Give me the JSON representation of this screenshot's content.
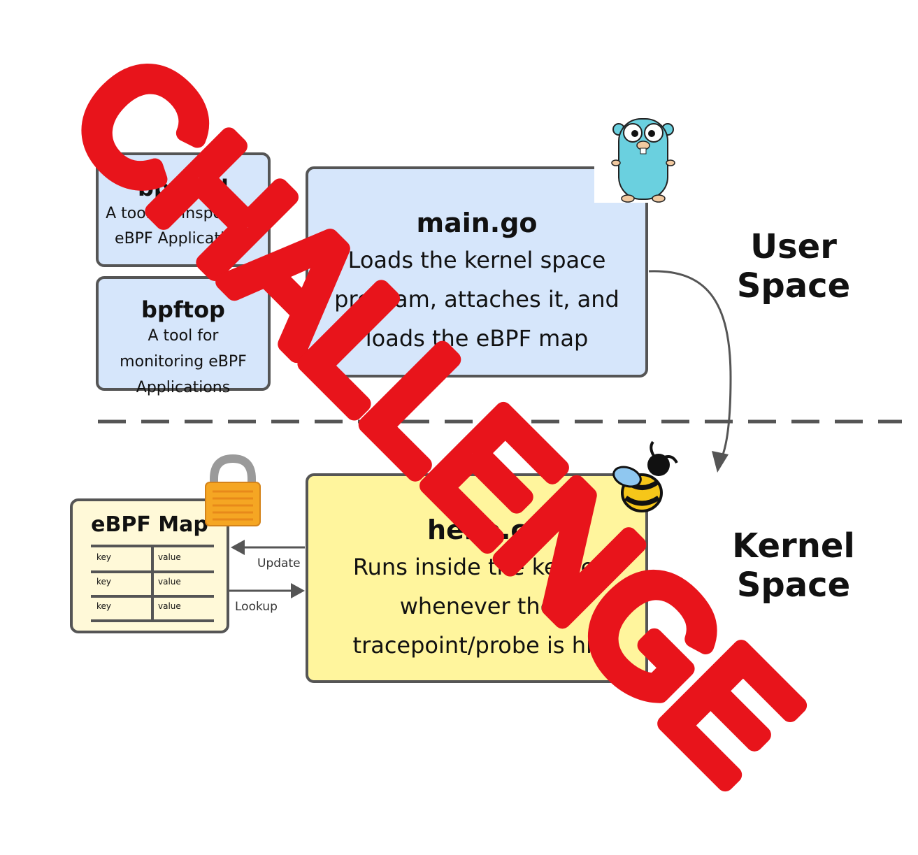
{
  "bpftool": {
    "title": "bpftool",
    "desc": "A tool for inspecting eBPF Applications"
  },
  "bpftop": {
    "title": "bpftop",
    "desc": "A tool for monitoring eBPF Applications"
  },
  "main_go": {
    "title": "main.go",
    "desc": "Loads the kernel space program, attaches it, and loads the eBPF map"
  },
  "hello_c": {
    "title": "hello.c",
    "desc": "Runs inside the kernel whenever the tracepoint/probe is hit"
  },
  "ebpf_map": {
    "title": "eBPF Map",
    "rows": [
      {
        "key": "key",
        "value": "value"
      },
      {
        "key": "key",
        "value": "value"
      },
      {
        "key": "key",
        "value": "value"
      }
    ]
  },
  "labels": {
    "user_space": "User Space",
    "kernel_space": "Kernel Space",
    "update": "Update",
    "lookup": "Lookup"
  },
  "watermark": {
    "text": "CHALLENGE",
    "color": "#e8141b"
  },
  "colors": {
    "user_box": "#d6e6fb",
    "kernel_box": "#fff59d",
    "map_box": "#fff9d8",
    "border": "#555555"
  },
  "icons": [
    "gopher-icon",
    "bee-icon",
    "padlock-icon"
  ]
}
